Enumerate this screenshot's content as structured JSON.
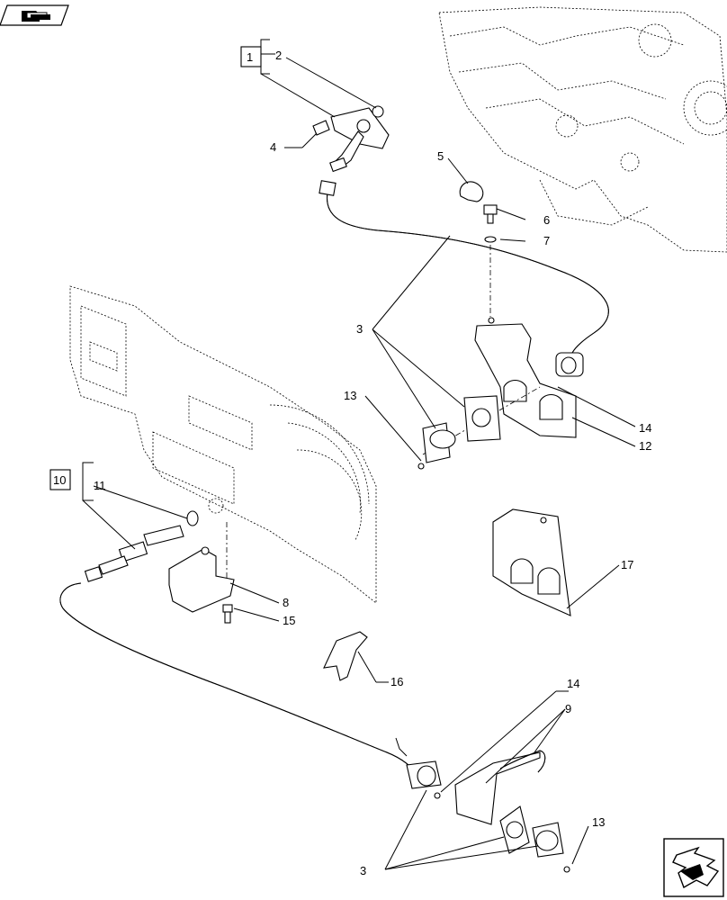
{
  "nav": {
    "top_icon": "book-icon",
    "bottom_icon": "next-page-arrow-icon"
  },
  "callouts": {
    "c1": "1",
    "c2": "2",
    "c3a": "3",
    "c3b": "3",
    "c4": "4",
    "c5": "5",
    "c6": "6",
    "c7": "7",
    "c8": "8",
    "c9": "9",
    "c10": "10",
    "c11": "11",
    "c12": "12",
    "c13a": "13",
    "c13b": "13",
    "c14a": "14",
    "c14b": "14",
    "c15": "15",
    "c16": "16",
    "c17": "17"
  }
}
